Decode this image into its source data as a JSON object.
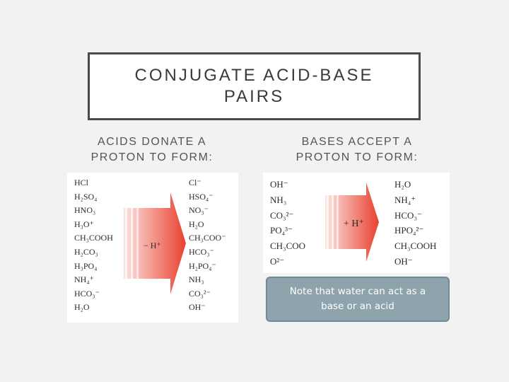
{
  "title": {
    "line1": "CONJUGATE ACID-BASE",
    "line2": "PAIRS"
  },
  "acids": {
    "heading_line1": "ACIDS DONATE A",
    "heading_line2": "PROTON TO FORM:",
    "arrow_label": "− H⁺",
    "left": [
      "HCl",
      "H₂SO₄",
      "HNO₃",
      "H₃O⁺",
      "CH₃COOH",
      "H₂CO₃",
      "H₃PO₄",
      "NH₄⁺",
      "HCO₃⁻",
      "H₂O"
    ],
    "right": [
      "Cl⁻",
      "HSO₄⁻",
      "NO₃⁻",
      "H₂O",
      "CH₃COO⁻",
      "HCO₃⁻",
      "H₂PO₄⁻",
      "NH₃",
      "CO₃²⁻",
      "OH⁻"
    ]
  },
  "bases": {
    "heading_line1": "BASES ACCEPT A",
    "heading_line2": "PROTON TO FORM:",
    "arrow_label": "+ H⁺",
    "left": [
      "OH⁻",
      "NH₃",
      "CO₃²⁻",
      "PO₄³⁻",
      "CH₃COO",
      "O²⁻"
    ],
    "right": [
      "H₂O",
      "NH₄⁺",
      "HCO₃⁻",
      "HPO₄²⁻",
      "CH₃COOH",
      "OH⁻"
    ]
  },
  "note": {
    "line1": "Note that water can act as a",
    "line2": "base or an acid"
  },
  "colors": {
    "arrow_light": "#fbe1dd",
    "arrow_dark": "#e8412f",
    "note_bg": "#8fa3ad"
  }
}
